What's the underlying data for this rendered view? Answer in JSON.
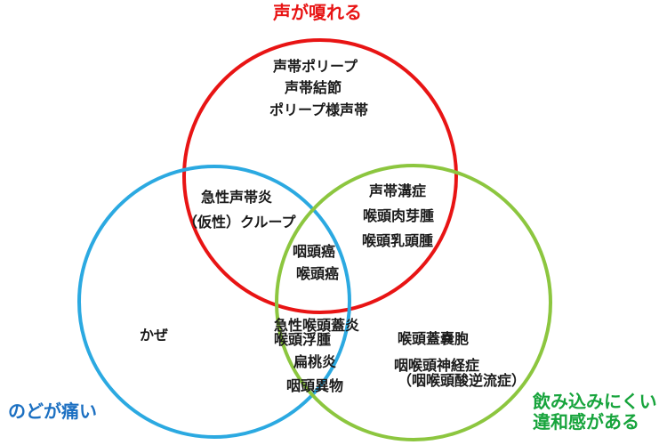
{
  "colors": {
    "red": "#e81414",
    "blue_circle": "#2ba9e1",
    "blue_title": "#1c70c2",
    "green_circle": "#8cc63f",
    "green_title": "#17a43c",
    "text": "#1a1a1a"
  },
  "titles": {
    "hoarse": "声が嗄れる",
    "sore_throat": "のどが痛い",
    "swallow_line1": "飲み込みにくい",
    "swallow_line2": "違和感がある"
  },
  "regions": {
    "hoarse_only": [
      "声帯ポリープ",
      "声帯結節",
      "ポリープ様声帯"
    ],
    "hoarse_sore": [
      "急性声帯炎",
      "（仮性）クループ"
    ],
    "hoarse_swallow": [
      "声帯溝症",
      "喉頭肉芽腫",
      "喉頭乳頭腫"
    ],
    "all_three": [
      "咽頭癌",
      "喉頭癌"
    ],
    "sore_only": [
      "かぜ"
    ],
    "sore_swallow": [
      "急性喉頭蓋炎",
      "喉頭浮腫",
      "扁桃炎",
      "咽頭異物"
    ],
    "swallow_only": [
      "喉頭蓋嚢胞",
      "咽喉頭神経症",
      "（咽喉頭酸逆流症）"
    ]
  }
}
